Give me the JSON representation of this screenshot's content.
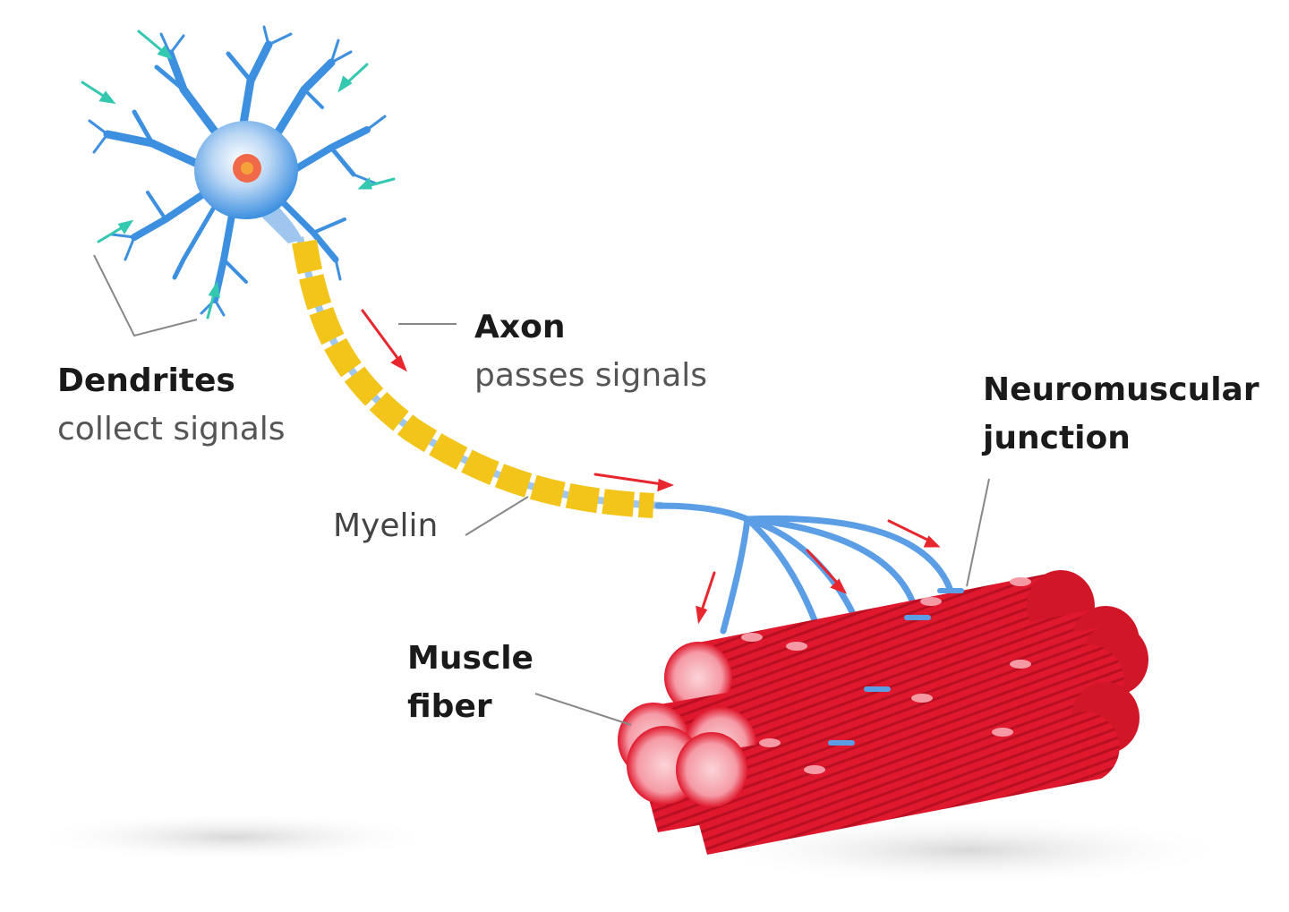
{
  "labels": {
    "dendrites": {
      "title": "Dendrites",
      "subtitle": "collect signals"
    },
    "axon": {
      "title": "Axon",
      "subtitle": "passes signals"
    },
    "myelin": {
      "title": "Myelin"
    },
    "nmj": {
      "line1": "Neuromuscular",
      "line2": "junction"
    },
    "muscle": {
      "line1": "Muscle",
      "line2": "fiber"
    }
  },
  "colors": {
    "neuron_blue": "#3d8fe0",
    "soma_light": "#bcd8f5",
    "nucleus": "#f06a4a",
    "myelin": "#f3c51b",
    "muscle_red": "#e0182d",
    "muscle_light": "#f59aa5",
    "signal_arrow": "#e8262e",
    "input_arrow": "#35c8b0",
    "leader_line": "#888888"
  }
}
